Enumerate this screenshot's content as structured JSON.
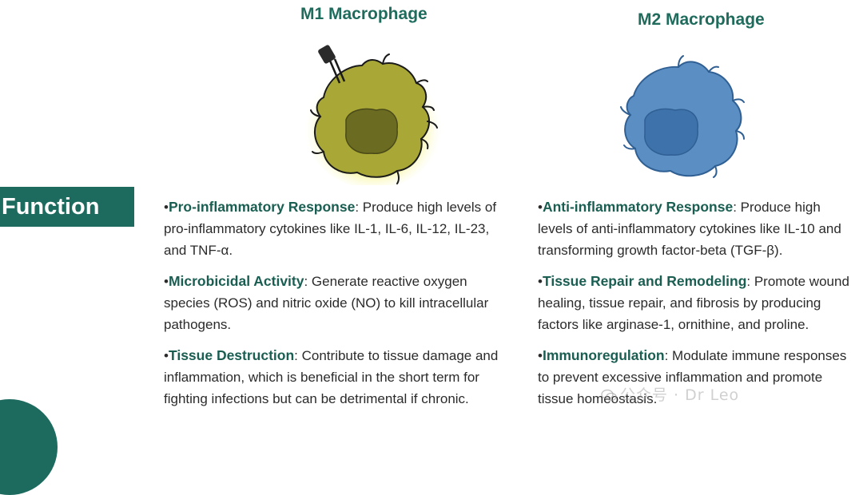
{
  "m1": {
    "title": "M1 Macrophage",
    "items": [
      {
        "head": "Pro-inflammatory Response",
        "text": ": Produce high levels of pro-inflammatory cytokines like IL-1, IL-6, IL-12, IL-23, and TNF-α."
      },
      {
        "head": "Microbicidal Activity",
        "text": ": Generate reactive oxygen species (ROS) and nitric oxide (NO) to kill intracellular pathogens."
      },
      {
        "head": "Tissue Destruction",
        "text": ": Contribute to tissue damage and inflammation, which is beneficial in the short term for fighting infections but can be detrimental if chronic."
      }
    ]
  },
  "m2": {
    "title": "M2 Macrophage",
    "items": [
      {
        "head": "Anti-inflammatory Response",
        "text": ": Produce high levels of anti-inflammatory cytokines like IL-10 and transforming growth factor-beta (TGF-β)."
      },
      {
        "head": "Tissue Repair and Remodeling",
        "text": ": Promote wound healing, tissue repair, and fibrosis by producing factors like arginase-1, ornithine, and proline."
      },
      {
        "head": "Immunoregulation",
        "text": ": Modulate immune responses to prevent excessive inflammation and promote tissue homeostasis."
      }
    ]
  },
  "section": {
    "label": "Function"
  },
  "watermark": {
    "text": "公众号 · Dr Leo"
  },
  "colors": {
    "accent": "#1d6a5e",
    "m1_cell": "#a9a837",
    "m1_glow": "#f4f27a",
    "m2_cell": "#5b8fc4"
  }
}
